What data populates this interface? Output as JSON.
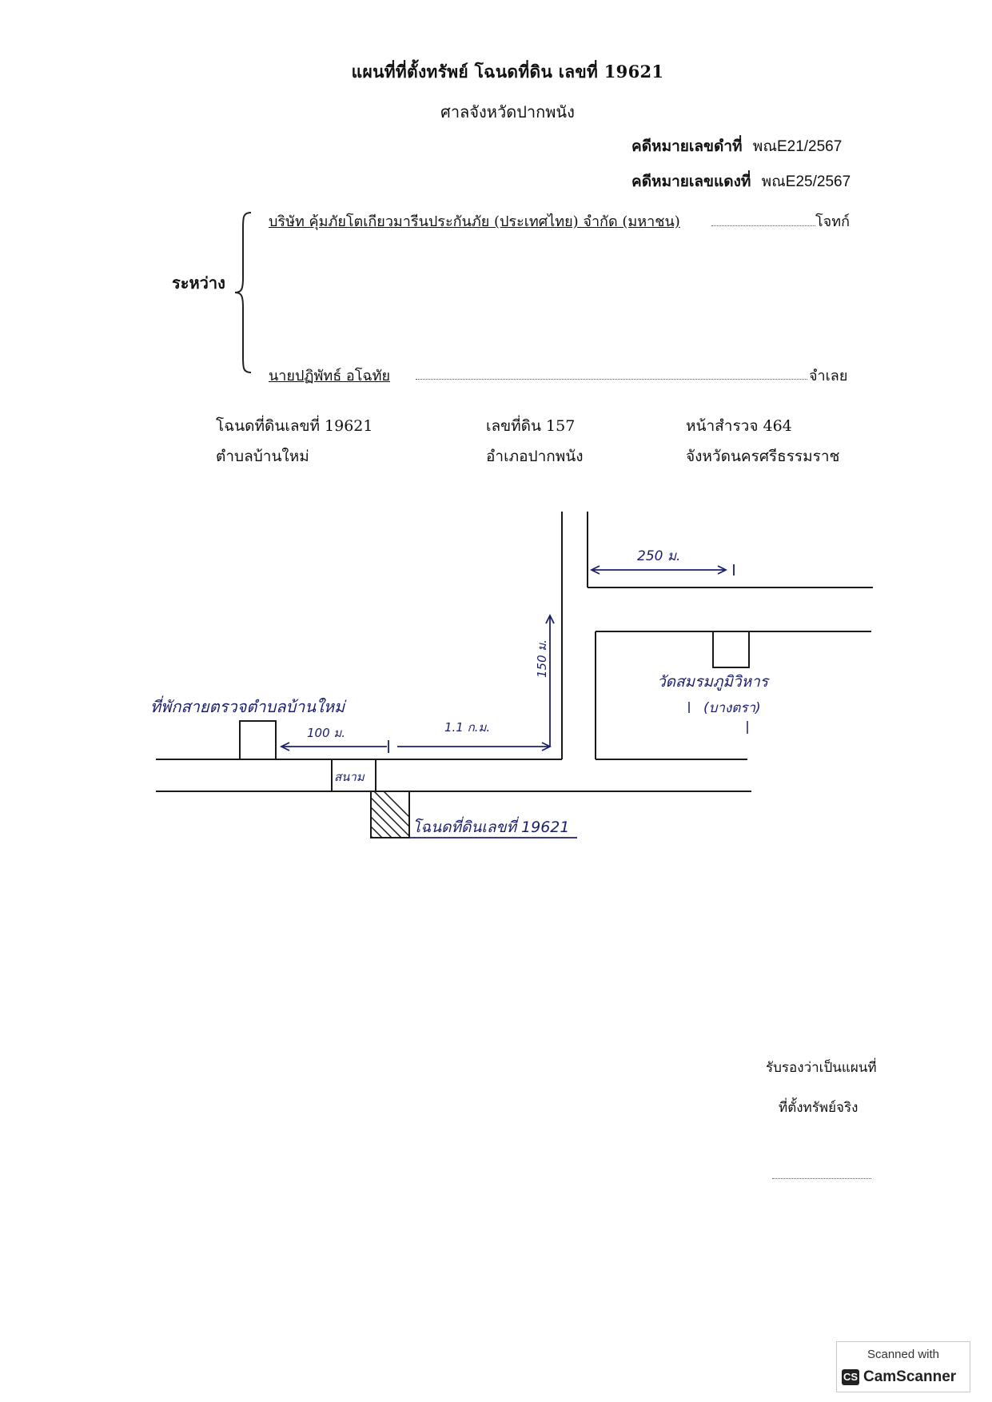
{
  "header": {
    "title": "แผนที่ที่ตั้งทรัพย์  โฉนดที่ดิน เลขที่  19621",
    "court": "ศาลจังหวัดปากพนัง",
    "black_case_label": "คดีหมายเลขดำที่",
    "black_case_number": "พณE21/2567",
    "red_case_label": "คดีหมายเลขแดงที่",
    "red_case_number": "พณE25/2567"
  },
  "parties": {
    "between_label": "ระหว่าง",
    "plaintiff_name": "บริษัท คุ้มภัยโตเกียวมารีนประกันภัย (ประเทศไทย) จำกัด (มหาชน)",
    "plaintiff_role": "โจทก์",
    "defendant_name": "นายปฏิพัทธ์  อโฉทัย",
    "defendant_role": "จำเลย"
  },
  "property": {
    "deed": "โฉนดที่ดินเลขที่ 19621",
    "land_no": "เลขที่ดิน 157",
    "survey_page": "หน้าสำรวจ 464",
    "subdistrict": "ตำบลบ้านใหม่",
    "district": "อำเภอปากพนัง",
    "province": "จังหวัดนครศรีธรรมราช"
  },
  "map": {
    "police_station": "ที่พักสายตรวจตำบลบ้านใหม่",
    "dist_100": "100 ม.",
    "dist_1_1": "1.1 ก.ม.",
    "dist_150": "150 ม.",
    "dist_250": "250 ม.",
    "field": "สนาม",
    "temple_line1": "วัดสมรมภูมิวิหาร",
    "temple_line2": "(บางตรา)",
    "deed_label": "โฉนดที่ดินเลขที่ 19621"
  },
  "certification": {
    "line1": "รับรองว่าเป็นแผนที่",
    "line2": "ที่ตั้งทรัพย์จริง"
  },
  "watermark": {
    "top": "Scanned with",
    "logo": "CS",
    "name": "CamScanner"
  }
}
